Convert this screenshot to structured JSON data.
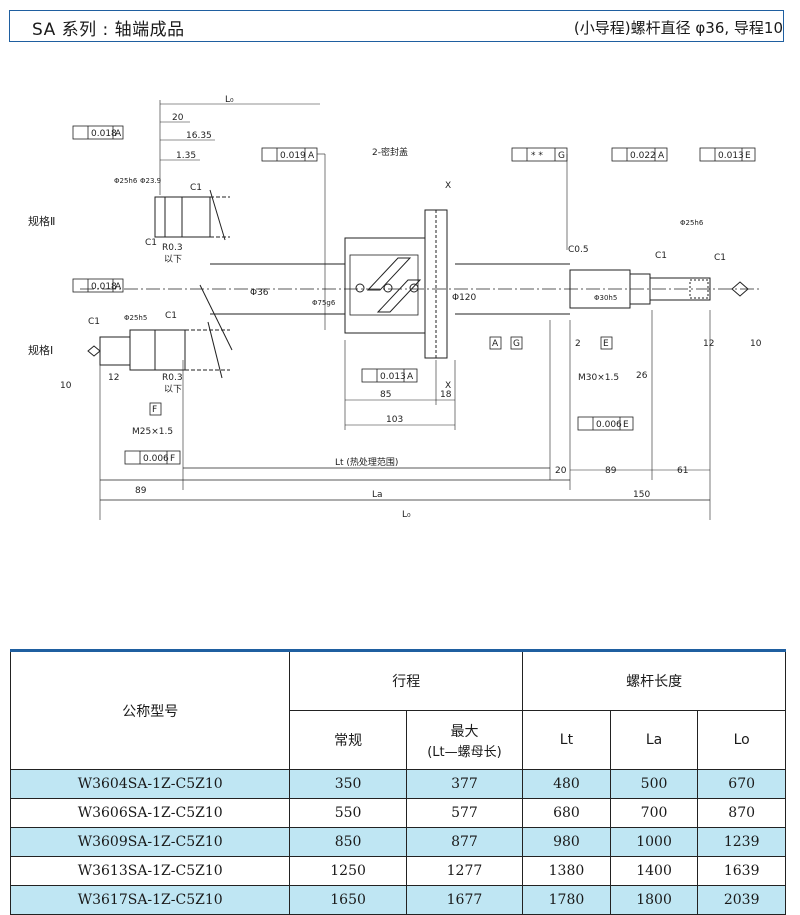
{
  "header": {
    "title": "SA 系列 : 轴端成品",
    "spec": "(小导程)螺杆直径 φ36, 导程10"
  },
  "drawing": {
    "spec_II": "规格Ⅱ",
    "spec_I": "规格Ⅰ",
    "gdt_upper_left": "0.018",
    "gdt_upper_left_ref": "A",
    "gdt_lower_left": "0.018",
    "gdt_lower_left_ref": "A",
    "gdt_mid_left": "0.019",
    "gdt_mid_left_ref": "A",
    "gdt_center": "* *",
    "gdt_center_ref": "G",
    "gdt_right1": "0.022",
    "gdt_right1_ref": "A",
    "gdt_right2": "0.013",
    "gdt_right2_ref": "E",
    "perp_nut": "0.013",
    "perp_nut_ref": "A",
    "perp_right": "0.006",
    "perp_right_ref": "E",
    "perp_left": "0.006",
    "perp_left_ref": "F",
    "seal_label": "2-密封盖",
    "lo_top": "L₀",
    "d20_top": "20",
    "d16_35": "16.35",
    "d1_35": "1.35",
    "dia25_top": "Φ25h6",
    "dia23_9": "Φ23.9",
    "c1_a": "C1",
    "c1_b": "C1",
    "r03_a": "R0.3",
    "r03_a2": "以下",
    "r03_b": "R0.3",
    "r03_b2": "以下",
    "dia36": "Φ36",
    "dia75": "Φ75g6",
    "dia120": "Φ120",
    "c05": "C0.5",
    "dia30": "Φ30h5",
    "dia25_right": "Φ25h6",
    "c1_r1": "C1",
    "c1_r2": "C1",
    "dia25_low": "Φ25h5",
    "c1_low": "C1",
    "c1_low2": "C1",
    "m25": "M25×1.5",
    "m30": "M30×1.5",
    "d10_left": "10",
    "d10_right": "10",
    "d12_left": "12",
    "d12_right": "12",
    "d2": "2",
    "d26": "26",
    "d85": "85",
    "d18": "18",
    "d103": "103",
    "lt_label": "Lt (热处理范围)",
    "d20_mid": "20",
    "d89_right": "89",
    "d61": "61",
    "d89_left": "89",
    "la_label": "La",
    "d150": "150",
    "lo_bottom": "L₀",
    "box_A1": "A",
    "box_G": "G",
    "box_E": "E",
    "box_F": "F",
    "xx_top": "X",
    "xx_bottom": "X"
  },
  "table": {
    "col_model": "公称型号",
    "col_stroke": "行程",
    "col_normal": "常规",
    "col_max": "最大",
    "col_max_sub": "(Lt—螺母长)",
    "col_length": "螺杆长度",
    "col_lt": "Lt",
    "col_la": "La",
    "col_lo": "Lo",
    "rows": [
      {
        "model": "W3604SA-1Z-C5Z10",
        "normal": "350",
        "max": "377",
        "lt": "480",
        "la": "500",
        "lo": "670"
      },
      {
        "model": "W3606SA-1Z-C5Z10",
        "normal": "550",
        "max": "577",
        "lt": "680",
        "la": "700",
        "lo": "870"
      },
      {
        "model": "W3609SA-1Z-C5Z10",
        "normal": "850",
        "max": "877",
        "lt": "980",
        "la": "1000",
        "lo": "1239"
      },
      {
        "model": "W3613SA-1Z-C5Z10",
        "normal": "1250",
        "max": "1277",
        "lt": "1380",
        "la": "1400",
        "lo": "1639"
      },
      {
        "model": "W3617SA-1Z-C5Z10",
        "normal": "1650",
        "max": "1677",
        "lt": "1780",
        "la": "1800",
        "lo": "2039"
      }
    ]
  }
}
